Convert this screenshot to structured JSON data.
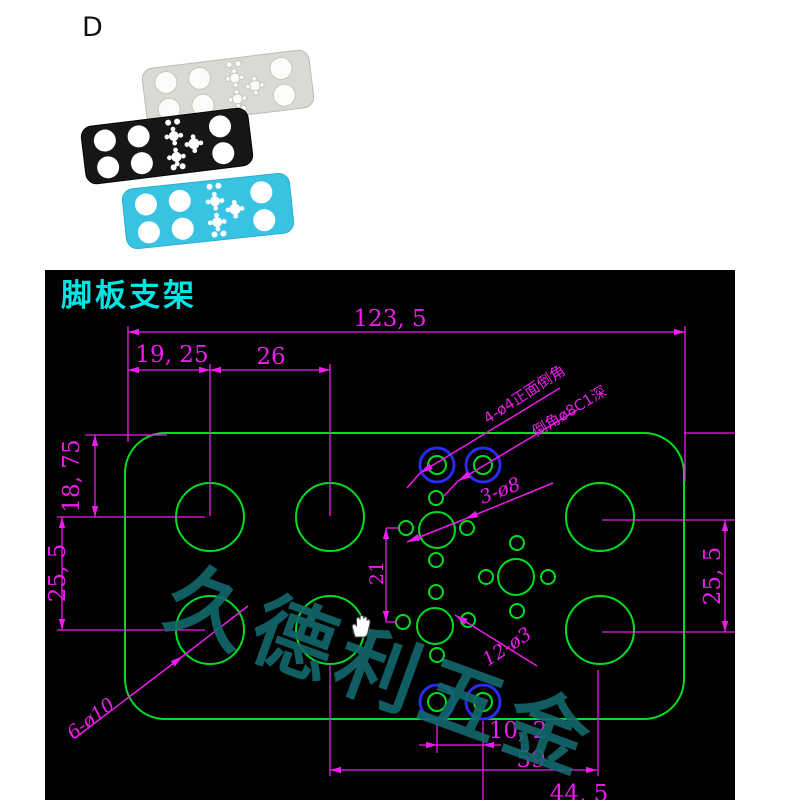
{
  "photo": {
    "label": "D",
    "plates": [
      {
        "id": "silver",
        "color": "#dadad5",
        "edge": "#bcbcb6",
        "hole_color": "#fbfbfa"
      },
      {
        "id": "black",
        "color": "#161616",
        "edge": "#060606",
        "hole_color": "#ffffff"
      },
      {
        "id": "cyan",
        "color": "#38c3e3",
        "edge": "#2aaecf",
        "hole_color": "#ffffff"
      }
    ]
  },
  "cad": {
    "title": "脚板支架",
    "watermark": "久德利五金",
    "dims": {
      "width_total": "123, 5",
      "offset_left": "19, 25",
      "col_spacing": "26",
      "top_margin": "18, 75",
      "row_spacing_left": "25, 5",
      "row_spacing_right": "25, 5",
      "pattern_vertical": "21",
      "bottom_pair": "10, 2",
      "bottom_span": "59",
      "bottom_right_span": "44, 5"
    },
    "labels": {
      "countersink_holes": "4-ø4正面倒角",
      "chamfer": "倒角ø8C1深",
      "mid_holes": "3-ø8",
      "small_holes": "12-ø3",
      "large_holes": "6-ø10"
    },
    "colors": {
      "outline_green": "#00dd22",
      "dimension_magenta": "#ee1cee",
      "highlight_blue": "#2a2af0",
      "title_cyan": "#00e6e6",
      "watermark_teal": "#12686c",
      "background": "#000000"
    }
  }
}
